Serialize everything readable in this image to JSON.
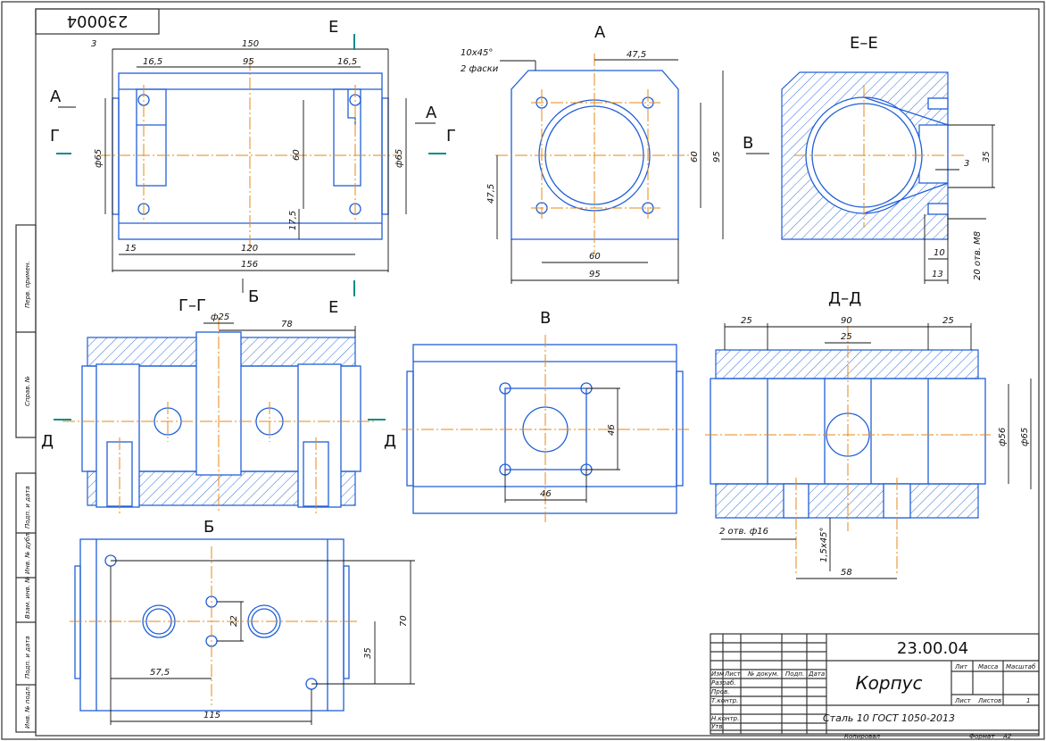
{
  "stamp": "230004",
  "title_block": {
    "code": "23.00.04",
    "name": "Корпус",
    "material": "Сталь 10 ГОСТ 1050-2013",
    "col_headers": [
      "Изм",
      "Лист",
      "№ докум.",
      "Подп.",
      "Дата"
    ],
    "row_labels": [
      "Разраб.",
      "Пров.",
      "Т.контр.",
      "Н.контр.",
      "Утв."
    ],
    "lit": "Лит",
    "mass": "Масса",
    "scale": "Масштаб",
    "sheet": "Лист",
    "sheets": "Листов",
    "sheets_count": "1",
    "copied": "Копировал",
    "format": "Формат",
    "format_value": "А2"
  },
  "side_stamps": [
    "Перв. примен.",
    "Справ. №",
    "Подп. и дата",
    "Инв. № дубл.",
    "Взам. инв. №",
    "Подп. и дата",
    "Инв. № подл."
  ],
  "views": {
    "main": {
      "marks": {
        "a": "А",
        "g": "Г",
        "b": "Б",
        "e": "Е"
      },
      "dims": {
        "d3": "3",
        "d150": "150",
        "d16a": "16,5",
        "d95": "95",
        "d16b": "16,5",
        "d65l": "ф65",
        "d60": "60",
        "d65r": "ф65",
        "d17": "17,5",
        "d15": "15",
        "d120": "120",
        "d156": "156"
      }
    },
    "a": {
      "label": "А",
      "chamfer": "10х45°",
      "chamfer_count": "2 фаски",
      "dims": {
        "d47t": "47,5",
        "d60r": "60",
        "d95r": "95",
        "d47l": "47,5",
        "d60b": "60",
        "d95b": "95"
      }
    },
    "ee": {
      "label": "Е–Е",
      "mark_v": "В",
      "dims": {
        "d35": "35",
        "d3": "3",
        "d10": "10",
        "d13": "13",
        "thread": "20 отв. М8"
      }
    },
    "gg": {
      "label": "Г–Г",
      "mark_d": "Д",
      "dims": {
        "d25": "ф25",
        "d78": "78"
      }
    },
    "v": {
      "label": "В",
      "dims": {
        "d46r": "46",
        "d46b": "46"
      }
    },
    "dd": {
      "label": "Д–Д",
      "dims": {
        "d25a": "25",
        "d90": "90",
        "d25b": "25",
        "d25c": "25",
        "d56": "ф56",
        "d65": "ф65",
        "holes": "2 отв. ф16",
        "chamfer": "1,5х45°",
        "d58": "58"
      }
    },
    "b": {
      "label": "Б",
      "dims": {
        "d70": "70",
        "d22": "22",
        "d35": "35",
        "d57": "57,5",
        "d115": "115"
      }
    }
  }
}
